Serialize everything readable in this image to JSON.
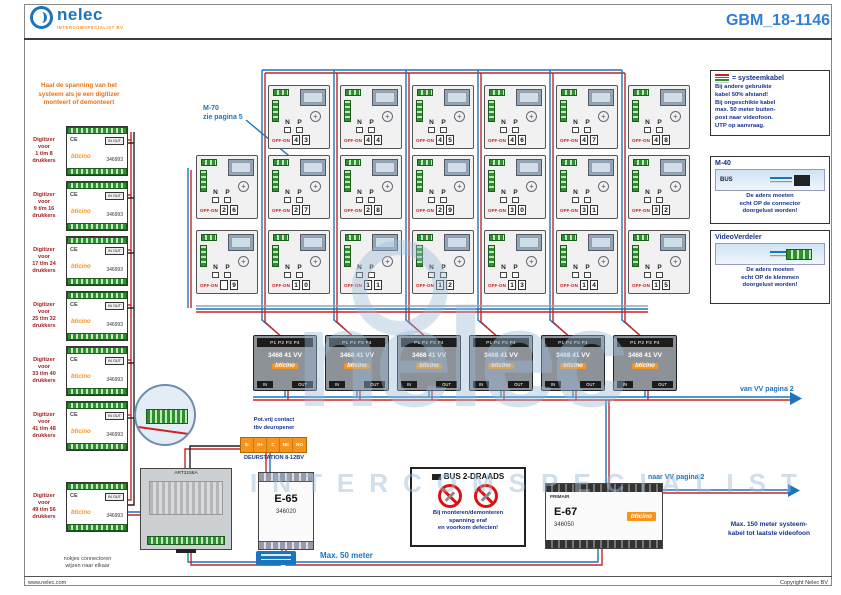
{
  "header": {
    "logo_text": "nelec",
    "logo_subtitle": "INTERCOMSPECIALIST BV",
    "title": "GBM_18-1146"
  },
  "footer": {
    "website": "www.nelec.com",
    "copyright": "Copyright Nelec BV"
  },
  "watermark": {
    "word": "nelec",
    "tagline": "INTERCOMSPECIALIST"
  },
  "annotations": {
    "warning_lines": [
      "Haal de spanning van het",
      "systeem als je een digitizer",
      "monteert of demonteert"
    ],
    "m70_line1": "M-70",
    "m70_line2": "zie pagina 5",
    "van_vv": "van VV pagina 2",
    "naar_vv": "naar VV pagina 2",
    "max50": "Max. 50 meter",
    "max150_line1": "Max. 150 meter systeem-",
    "max150_line2": "kabel tot laatste videofoon",
    "nokjes_line1": "nokjes connectoren",
    "nokjes_line2": "wijzen naar elkaar",
    "potvrij_line1": "Pot.vrij contact",
    "potvrij_line2": "tbv deuropener",
    "deurstation": "DEURSTATION 8-12BV"
  },
  "legend": {
    "systeemkabel": {
      "title": "= systeemkabel",
      "lines": [
        "Bij andere gebruikte",
        "kabel 50% afstand!",
        "Bij ongeschikte kabel",
        "max. 50 meter buiten-",
        "post naar videofoon.",
        "UTP op aanvraag."
      ]
    },
    "m40": {
      "label": "M-40",
      "bus": "BUS",
      "lines": [
        "De aders moeten",
        "echt OP de connector",
        "doorgelust worden!"
      ]
    },
    "videoverdeler": {
      "label": "VideoVerdeler",
      "lines": [
        "De aders moeten",
        "echt OP de klemmen",
        "doorgelust worden!"
      ]
    },
    "bus2draads": {
      "title": "BUS 2-DRAADS",
      "lines": [
        "Bij monteren/demonteren",
        "spanning eraf",
        "en voorkom defecten!"
      ]
    }
  },
  "digitizers": {
    "common": {
      "product": "Digitizer",
      "voor": "voor",
      "drukkers": "drukkers",
      "ce": "CE",
      "inout": "IN OUT",
      "brand": "bticino",
      "model": "346993"
    },
    "items": [
      {
        "range": "1 t/m 8"
      },
      {
        "range": "9 t/m 16"
      },
      {
        "range": "17 t/m 24"
      },
      {
        "range": "25 t/m 32"
      },
      {
        "range": "33 t/m 40"
      },
      {
        "range": "41 t/m 48"
      },
      {
        "range": "49 t/m 56"
      }
    ]
  },
  "phones": {
    "common": {
      "n": "N",
      "p": "P",
      "switch": "OFF-ON"
    },
    "row1": [
      {
        "b0": "4",
        "b1": "3"
      },
      {
        "b0": "4",
        "b1": "4"
      },
      {
        "b0": "4",
        "b1": "5"
      },
      {
        "b0": "4",
        "b1": "6"
      },
      {
        "b0": "4",
        "b1": "7"
      },
      {
        "b0": "4",
        "b1": "8"
      }
    ],
    "row2": [
      {
        "b0": "2",
        "b1": "6"
      },
      {
        "b0": "2",
        "b1": "7"
      },
      {
        "b0": "2",
        "b1": "8"
      },
      {
        "b0": "2",
        "b1": "9"
      },
      {
        "b0": "3",
        "b1": "0"
      },
      {
        "b0": "3",
        "b1": "1"
      },
      {
        "b0": "3",
        "b1": "2"
      }
    ],
    "row3": [
      {
        "b0": "",
        "b1": "9"
      },
      {
        "b0": "1",
        "b1": "0"
      },
      {
        "b0": "1",
        "b1": "1"
      },
      {
        "b0": "1",
        "b1": "2"
      },
      {
        "b0": "1",
        "b1": "3"
      },
      {
        "b0": "1",
        "b1": "4"
      },
      {
        "b0": "1",
        "b1": "5"
      }
    ]
  },
  "distributors": {
    "common": {
      "ports": "P1 P2 P3 P4",
      "model": "3468 41 VV",
      "brand": "bticino",
      "in": "IN",
      "out": "OUT"
    },
    "items": [
      {},
      {},
      {},
      {},
      {},
      {}
    ]
  },
  "power": {
    "e65": {
      "model": "E-65",
      "code": "346020"
    },
    "e67": {
      "model": "E-67",
      "code": "346050",
      "primair": "PRIMAIR",
      "brand": "bticino"
    },
    "trafo": {
      "model": "ART3156A"
    },
    "relay_labels": [
      "S-",
      "S+",
      "C",
      "NC",
      "NO"
    ]
  },
  "colors": {
    "nelec_blue": "#1b75bc",
    "navy": "#16338e",
    "orange": "#f7941d",
    "warning_orange": "#e8731a",
    "wire_red": "#cc2222",
    "wire_blue": "#1b75bc",
    "terminal_green": "#2f8f2f"
  }
}
